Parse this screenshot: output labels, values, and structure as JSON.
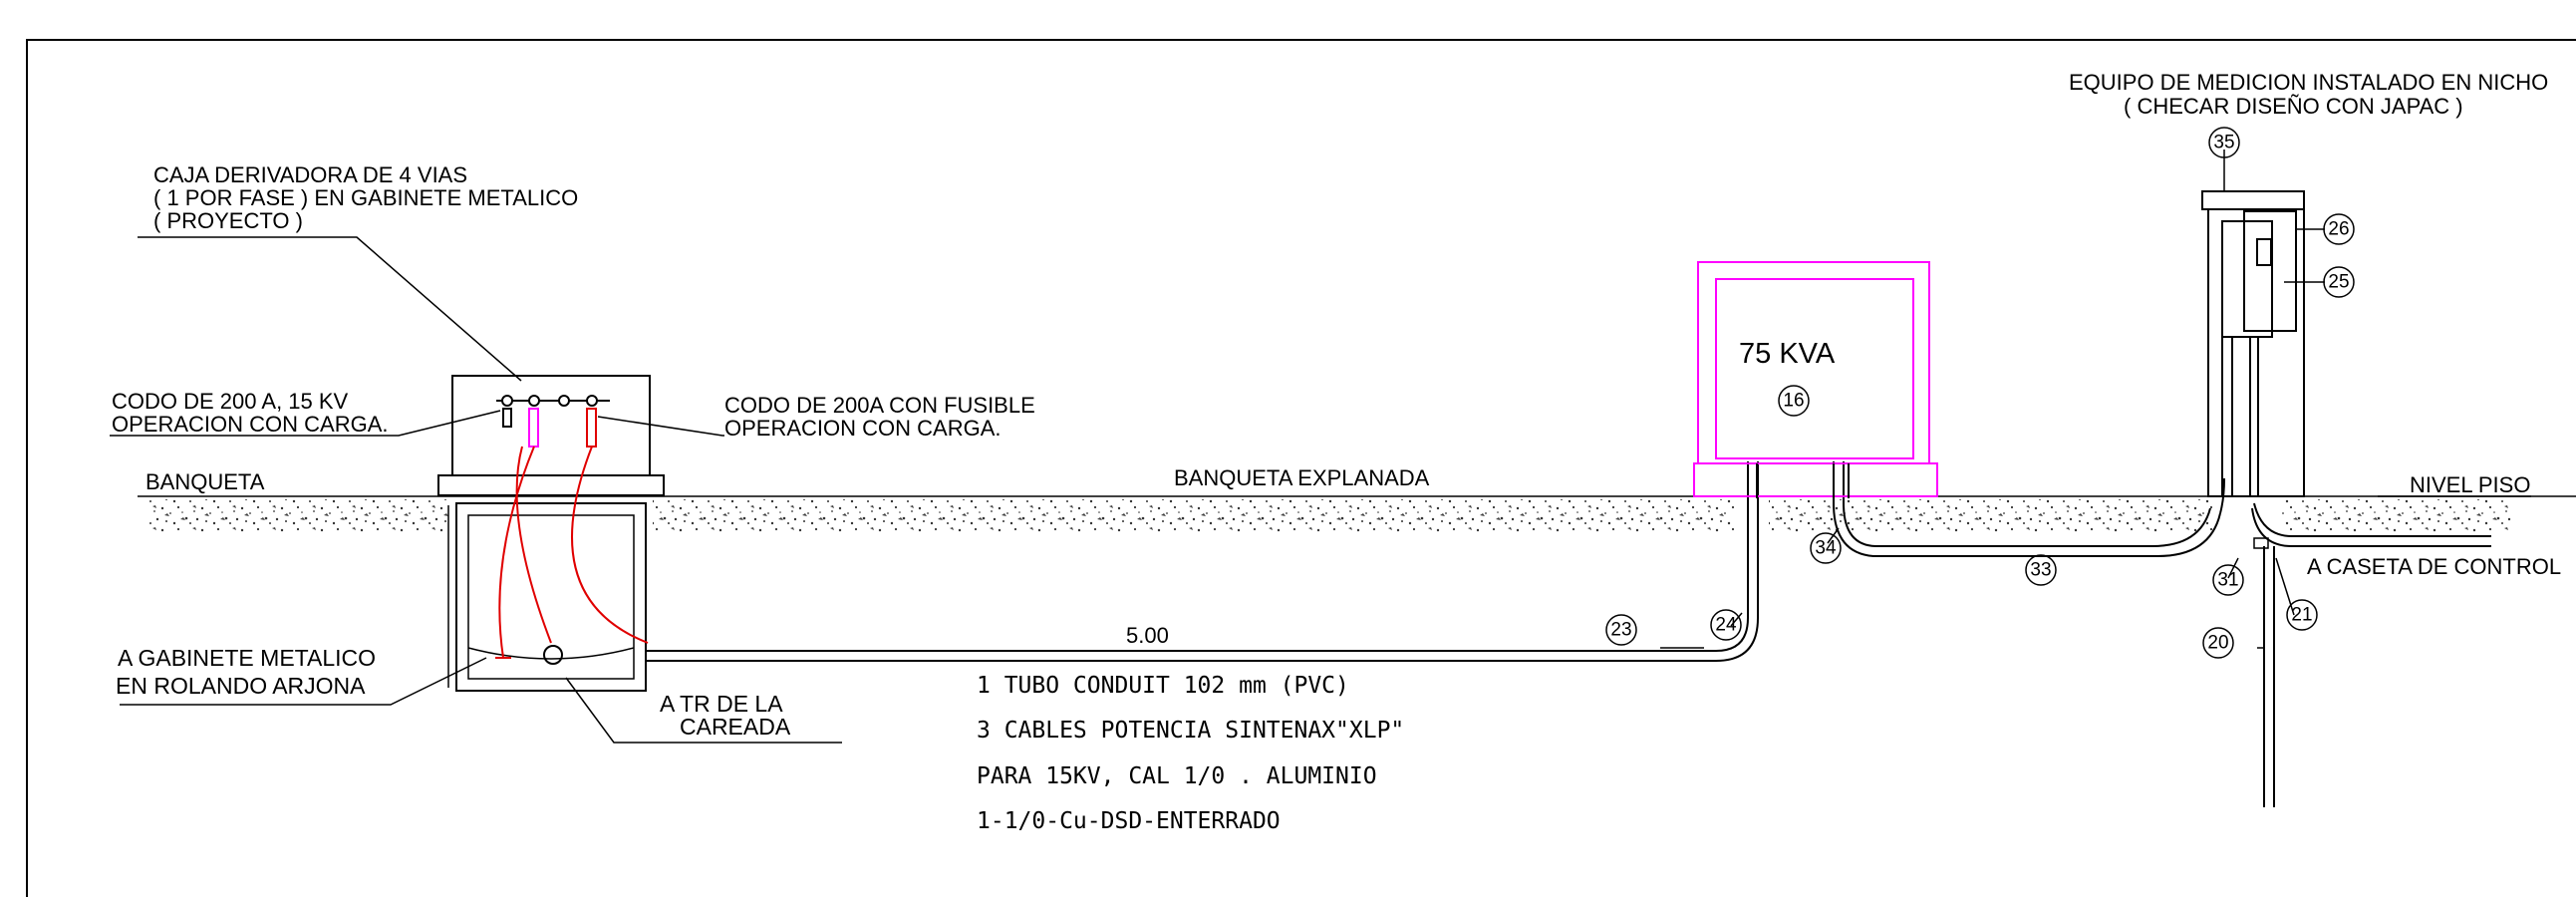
{
  "labels": {
    "caja_l1": "CAJA DERIVADORA DE 4 VIAS",
    "caja_l2": "( 1 POR FASE ) EN GABINETE METALICO",
    "caja_l3": "( PROYECTO )",
    "codo200_l1": "CODO DE 200 A, 15 KV",
    "codo200_l2": "OPERACION CON CARGA.",
    "codofus_l1": "CODO DE 200A CON FUSIBLE",
    "codofus_l2": "OPERACION CON CARGA.",
    "banqueta": "BANQUETA",
    "banqueta_explanada": "BANQUETA EXPLANADA",
    "nivel_piso": "NIVEL PISO",
    "gabinete_l1": "A GABINETE METALICO",
    "gabinete_l2": "EN ROLANDO ARJONA",
    "tr_l1": "A TR DE LA",
    "tr_l2": "CAREADA",
    "distance": "5.00",
    "spec_l1": "1 TUBO CONDUIT 102 mm (PVC)",
    "spec_l2": "3 CABLES POTENCIA SINTENAX\"XLP\"",
    "spec_l3": "PARA 15KV, CAL 1/0 . ALUMINIO",
    "spec_l4": "1-1/0-Cu-DSD-ENTERRADO",
    "transformer": "75 KVA",
    "medicion_l1": "EQUIPO DE MEDICION INSTALADO EN NICHO",
    "medicion_l2": "( CHECAR DISEÑO CON JAPAC )",
    "caseta": "A CASETA DE CONTROL"
  },
  "callouts": {
    "c16": "16",
    "c20": "20",
    "c21": "21",
    "c23": "23",
    "c24": "24",
    "c25": "25",
    "c26": "26",
    "c31": "31",
    "c33": "33",
    "c34": "34",
    "c35": "35"
  },
  "colors": {
    "line": "#000000",
    "cable": "#e00000",
    "transformer": "#ff00ff"
  }
}
